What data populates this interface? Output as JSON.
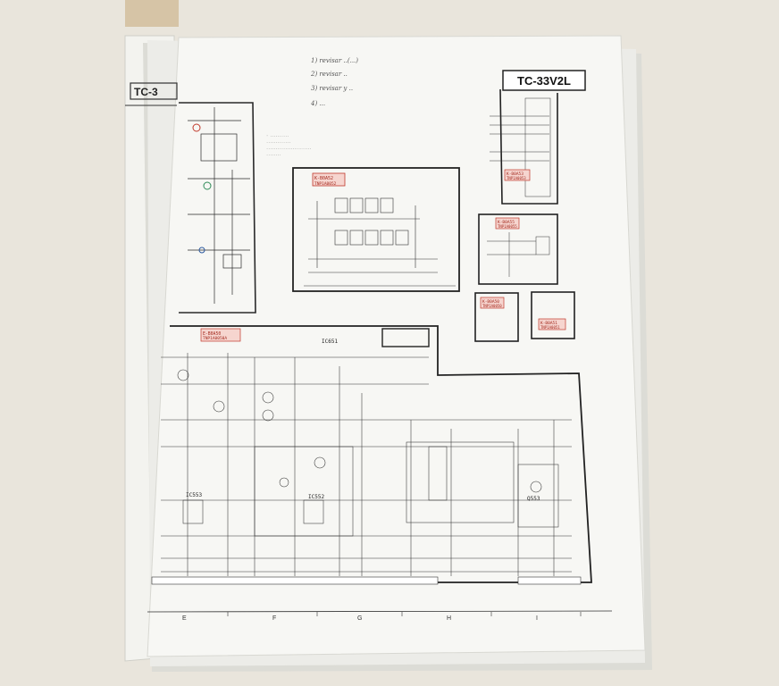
{
  "sheet": {
    "model_label": "TC-33V2L",
    "left_sheet_label": "TC-3",
    "handwritten_notes": [
      "1) revisar ..(...)",
      "2) revisar ..",
      "3) revisar y ..",
      "4) ..."
    ],
    "board_tags": [
      {
        "code": "K-B0A52",
        "sub": "TNP1A0052"
      },
      {
        "code": "K-B0A53",
        "sub": "TNP1A0053"
      },
      {
        "code": "K-B0A55",
        "sub": "TNP1A0055"
      },
      {
        "code": "K-B0A50",
        "sub": "TNP1A0050"
      },
      {
        "code": "K-B0A51",
        "sub": "TNP1A0051"
      },
      {
        "code": "E-B0A50",
        "sub": "TNP1A0050A"
      }
    ],
    "ic_labels": [
      "IC651",
      "IC552",
      "IC553",
      "Q553"
    ],
    "grid_letters": [
      "E",
      "F",
      "G",
      "H",
      "I"
    ],
    "colors": {
      "background": "#e9e5dc",
      "paper": "#f7f7f4",
      "ink": "#2a2a2a",
      "tag_red": "#c0392b"
    }
  }
}
